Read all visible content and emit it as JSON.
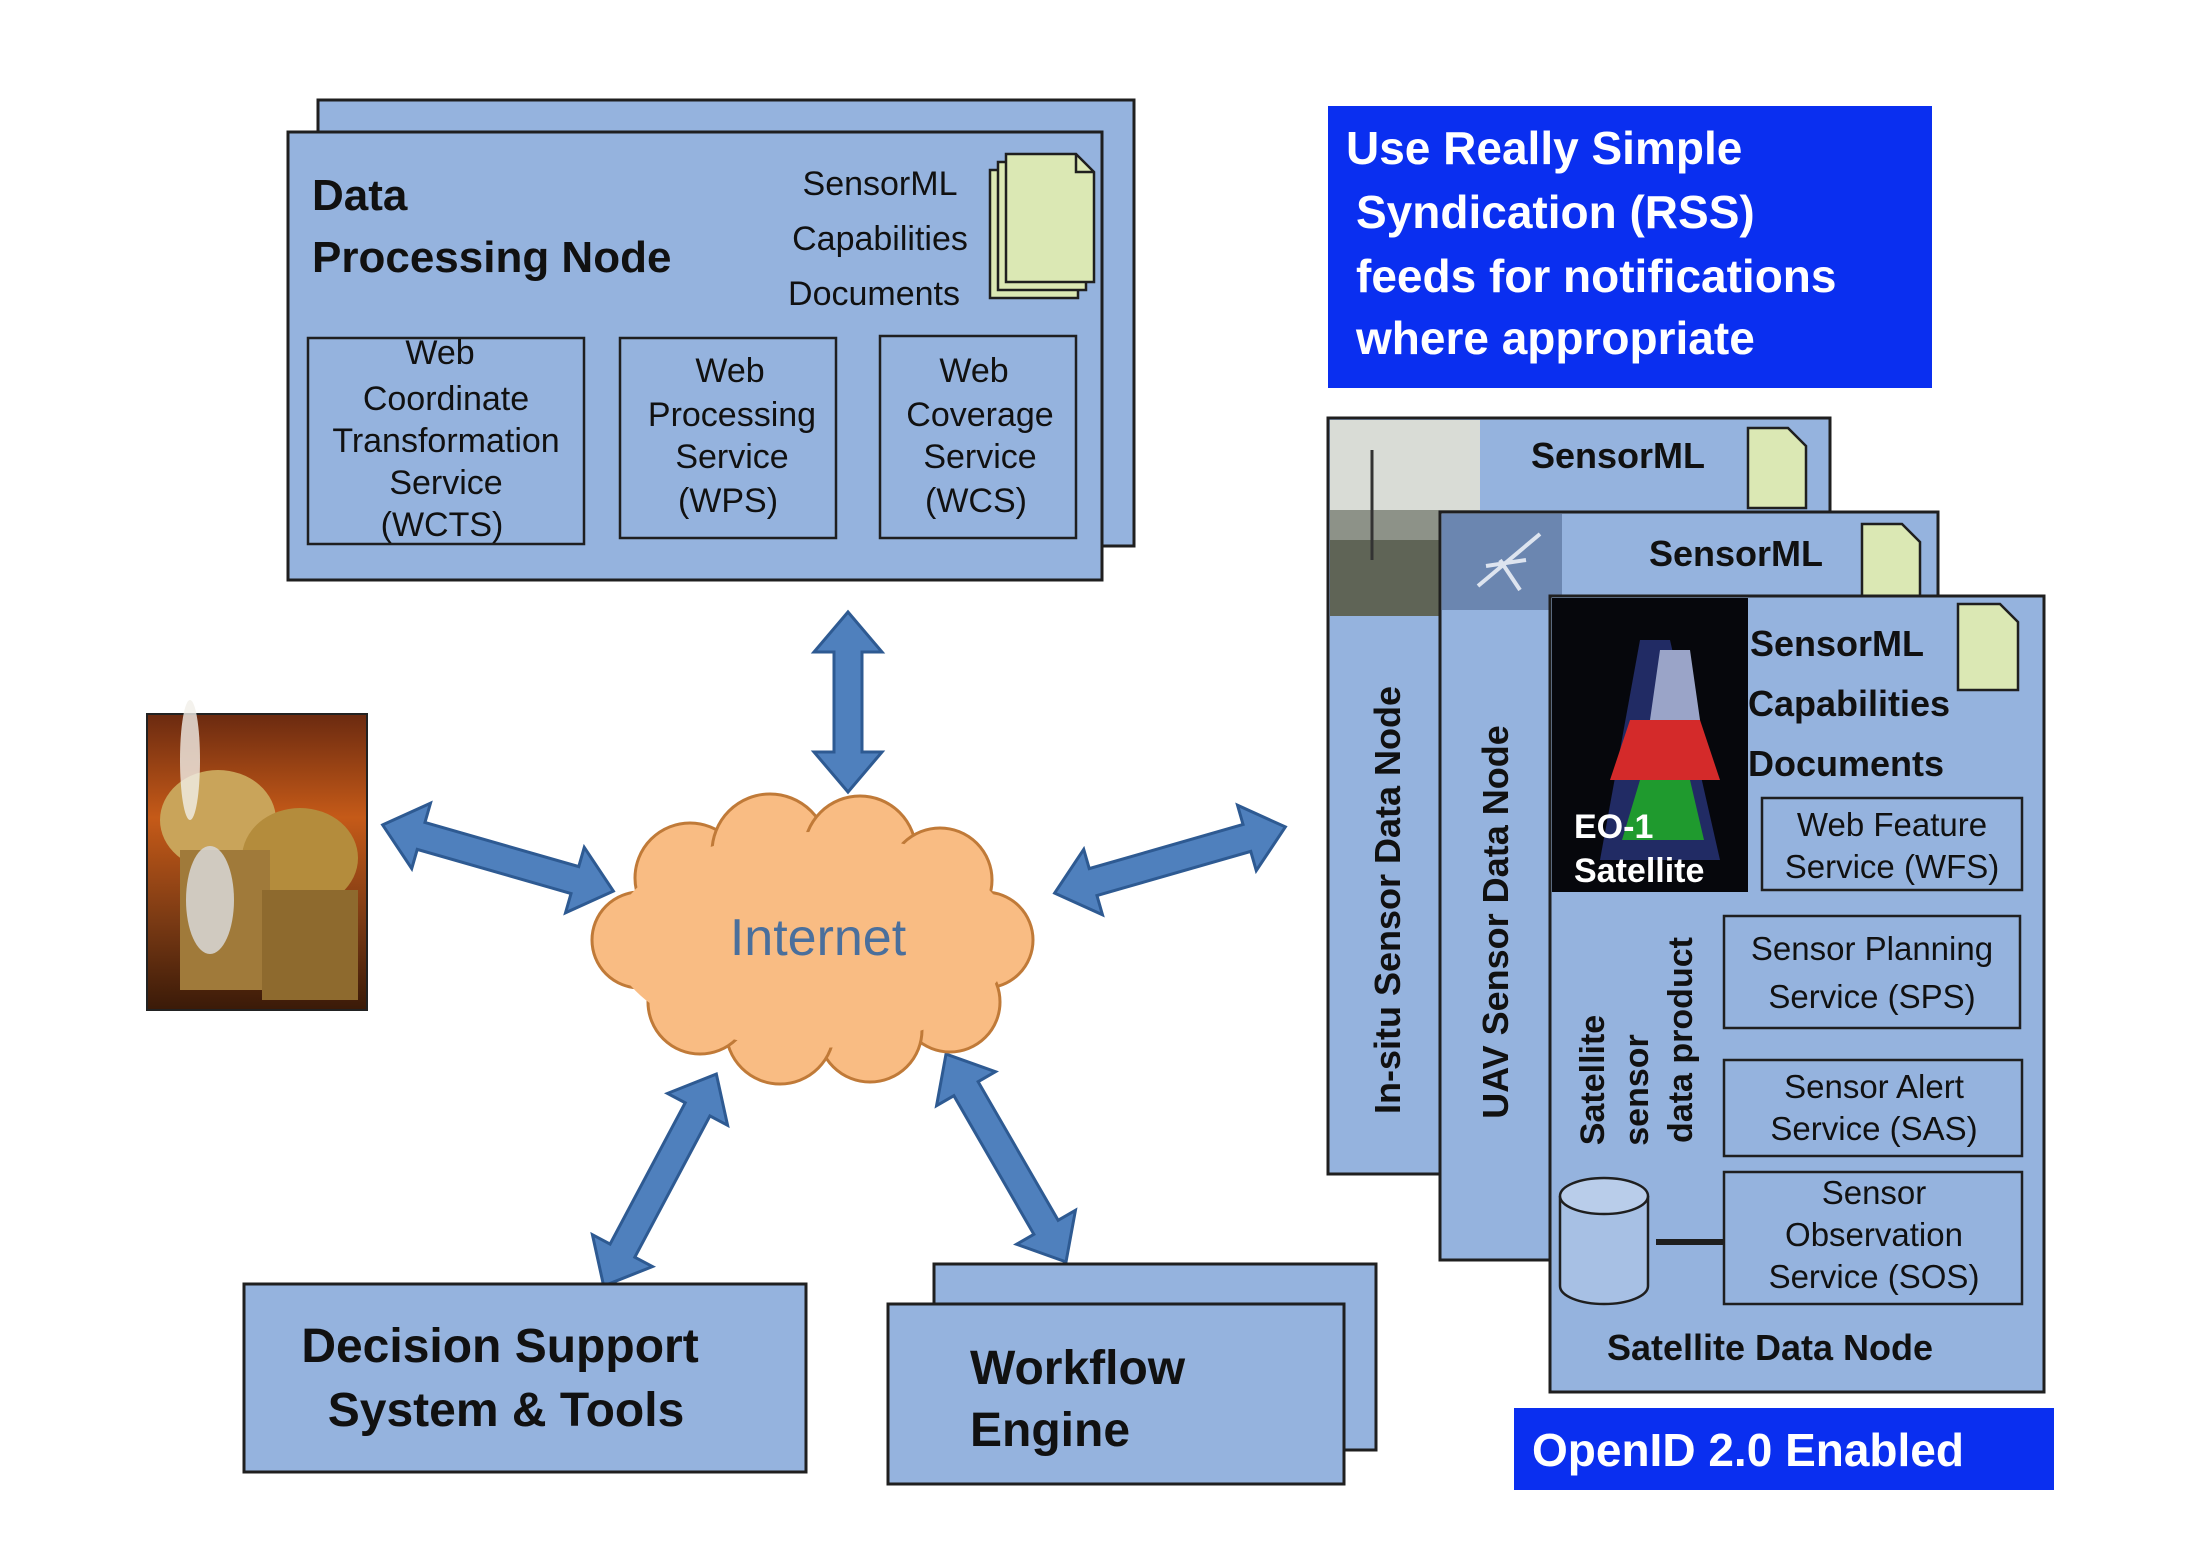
{
  "data_processing_node": {
    "title_line1": "Data",
    "title_line2": "Processing Node",
    "doc_line1": "SensorML",
    "doc_line2": "Capabilities",
    "doc_line3": "Documents",
    "services": [
      {
        "lines": [
          "Web",
          "Coordinate",
          "Transformation",
          "Service",
          "(WCTS)"
        ]
      },
      {
        "lines": [
          "Web",
          "Processing",
          "Service",
          "(WPS)"
        ]
      },
      {
        "lines": [
          "Web",
          "Coverage",
          "Service",
          "(WCS)"
        ]
      }
    ]
  },
  "rss_note": {
    "lines": [
      "Use Really Simple",
      "Syndication (RSS)",
      "feeds for notifications",
      "where appropriate"
    ]
  },
  "internet_label": "Internet",
  "insitu_node": {
    "label": "In-situ Sensor Data Node",
    "doc": "SensorML"
  },
  "uav_node": {
    "label": "UAV Sensor Data Node",
    "doc": "SensorML"
  },
  "satellite_node": {
    "doc_line1": "SensorML",
    "doc_line2": "Capabilities",
    "doc_line3": "Documents",
    "image_line1": "EO-1",
    "image_line2": "Satellite",
    "product_line1": "Satellite",
    "product_line2": "sensor",
    "product_line3": "data product",
    "services": [
      {
        "lines": [
          "Web Feature",
          "Service (WFS)"
        ]
      },
      {
        "lines": [
          "Sensor Planning",
          "Service (SPS)"
        ]
      },
      {
        "lines": [
          "Sensor Alert",
          "Service (SAS)"
        ]
      },
      {
        "lines": [
          "Sensor",
          "Observation",
          "Service (SOS)"
        ]
      }
    ],
    "footer": "Satellite Data Node"
  },
  "openid_badge": "OpenID 2.0 Enabled",
  "decision_support": {
    "line1": "Decision Support",
    "line2": "System & Tools"
  },
  "workflow_engine": {
    "line1": "Workflow",
    "line2": "Engine"
  },
  "colors": {
    "box_fill": "#95b3de",
    "arrow_fill": "#4f80bd",
    "cloud_fill": "#f9bc83",
    "note_blue": "#0a2ff0",
    "doc_fill": "#dbe8b4"
  }
}
